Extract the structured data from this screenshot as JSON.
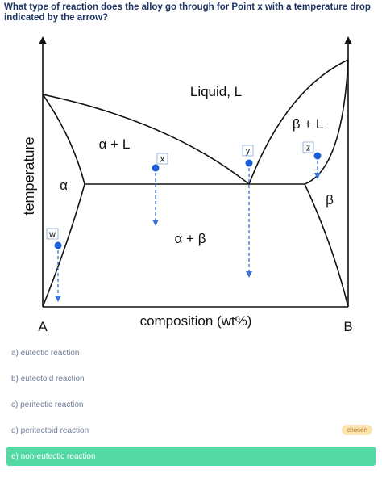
{
  "question": {
    "text": "What type of reaction does the alloy go through for Point x with a temperature drop indicated by the arrow?"
  },
  "diagram": {
    "y_axis_label": "temperature",
    "x_axis_label": "composition (wt%)",
    "corner_left": "A",
    "corner_right": "B",
    "regions": {
      "liquid": "Liquid, L",
      "alpha_liquid": "α + L",
      "beta_liquid": "β + L",
      "alpha": "α",
      "beta": "β",
      "alpha_beta": "α + β"
    },
    "points": {
      "x": "x",
      "y": "y",
      "z": "z",
      "w": "w"
    },
    "colors": {
      "line": "#111111",
      "point": "#1b5ed3",
      "arrow": "#3a72d6",
      "label_box": "#9db9e4"
    }
  },
  "options": [
    {
      "label": "a) eutectic reaction"
    },
    {
      "label": "b) eutectoid reaction"
    },
    {
      "label": "c) peritectic reaction"
    },
    {
      "label": "d) peritectoid reaction",
      "badge": "chosen"
    },
    {
      "label": "e) non-eutectic reaction"
    }
  ],
  "colors": {
    "question_text": "#1f3566",
    "option_text": "#6d7d97",
    "selected_background": "#54d9a5",
    "badge_background": "#fde3b1",
    "badge_text": "#b0781c"
  }
}
